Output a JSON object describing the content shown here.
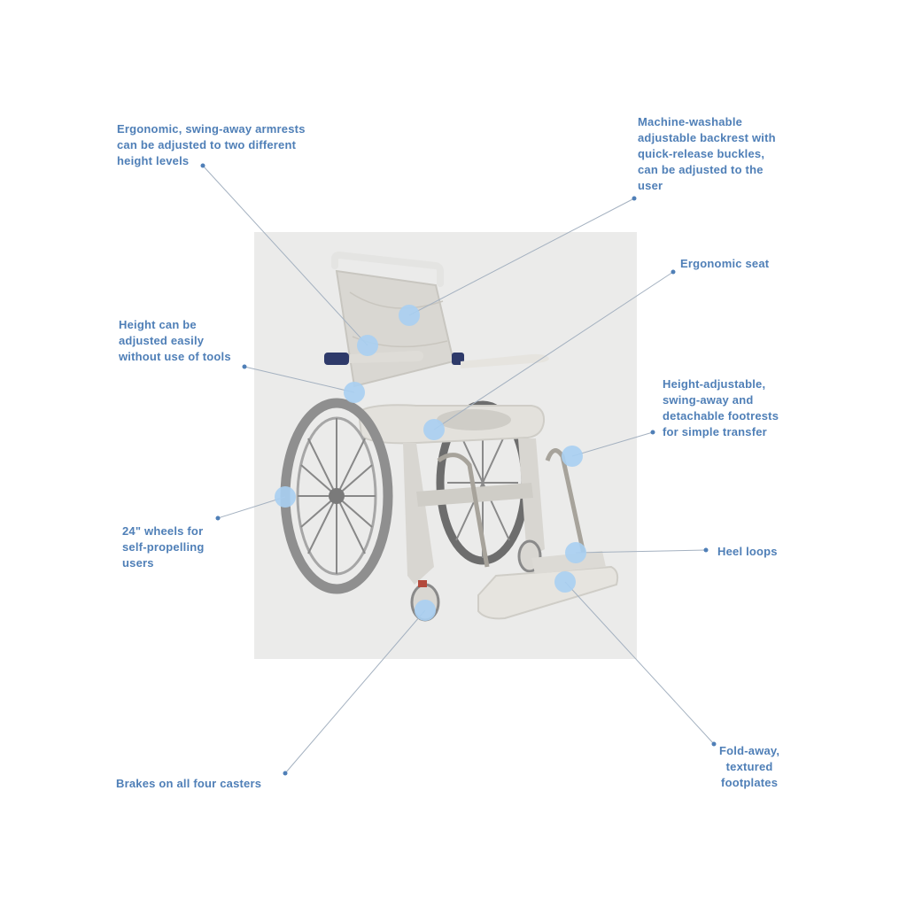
{
  "accent_color": "#4f7fb7",
  "dot_color": "#a9cff2",
  "callouts": {
    "armrests": "Ergonomic, swing-away armrests\ncan be adjusted to two different\nheight levels",
    "backrest": "Machine-washable\nadjustable backrest with\nquick-release buckles,\ncan be adjusted to the\nuser",
    "seat": "Ergonomic seat",
    "height": "Height can be\nadjusted easily\nwithout use of tools",
    "footrests": "Height-adjustable,\nswing-away and\ndetachable footrests\nfor simple transfer",
    "wheels": "24\" wheels for\nself-propelling\nusers",
    "heel_loops": "Heel loops",
    "brakes": "Brakes on all four casters",
    "footplates": "Fold-away,\ntextured\nfootplates"
  }
}
